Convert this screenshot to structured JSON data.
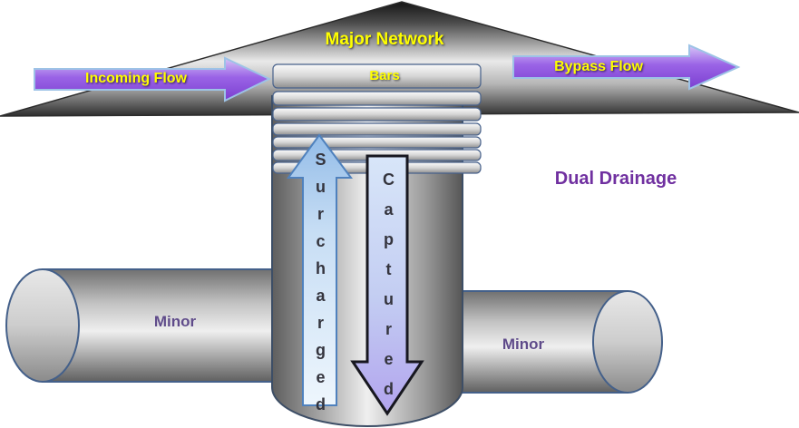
{
  "labels": {
    "major_network": "Major Network",
    "incoming_flow": "Incoming Flow",
    "bypass_flow": "Bypass Flow",
    "bars": "Bars",
    "dual_drainage": "Dual Drainage",
    "minor_left": "Minor",
    "minor_right": "Minor",
    "surcharged": "Surcharged",
    "captured": "Captured"
  },
  "colors": {
    "label_yellow": "#FFFF00",
    "label_purple": "#7030A0",
    "minor_label_purple": "#5F4B8A",
    "flow_arrow_purple": "#8A4FD8",
    "flow_arrow_outline": "#9DC3E6",
    "surcharged_arrow_blue": "#BCD6F0",
    "captured_arrow_lavender": "#B2A4EE",
    "structure_gray": "#C9C9C9"
  }
}
